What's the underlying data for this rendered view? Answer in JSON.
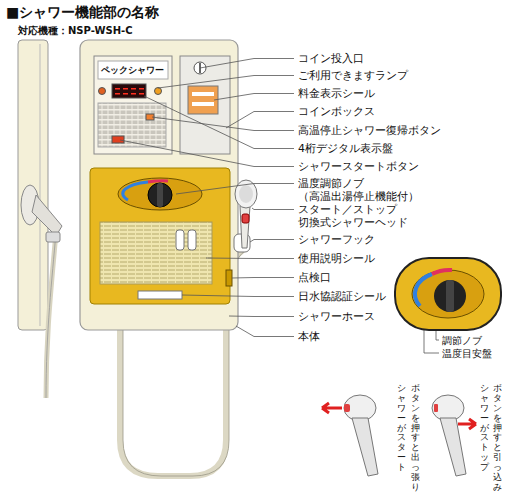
{
  "diagram": {
    "title": "■シャワー機能部の名称",
    "labels": [
      "対応機種：NSP-WSH-C",
      "ペックシャワー",
      "コイン投入口",
      "ご利用できますランプ",
      "料金表示シール",
      "コインボックス",
      "高温停止シャワー復帰ボタン",
      "4桁デジタル表示盤",
      "シャワースタートボタン",
      "温度調節ノブ （高温出湯停止機能付）",
      "スタート／ストップ 切換式シャワーヘッド",
      "シャワーフック",
      "使用説明シール",
      "点検口",
      "日水協認証シール",
      "シャワーホース",
      "本体",
      "調節ノブ",
      "温度目安盤",
      "ボタンを押すと出っ張り",
      "シャワーがスタート",
      "ボタンを押すと引っ込み",
      "シャワーがストップ"
    ]
  }
}
